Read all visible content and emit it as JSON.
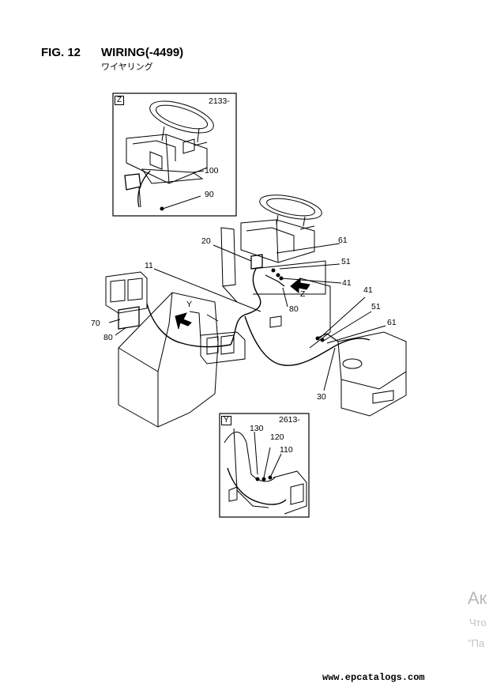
{
  "header": {
    "figure_number": "FIG. 12",
    "title": "WIRING(-4499)",
    "subtitle": "ワイヤリング"
  },
  "inset_z": {
    "tag": "Z",
    "serial": "2133-",
    "parts": [
      "100",
      "90"
    ]
  },
  "inset_y": {
    "tag": "Y",
    "serial": "2613-",
    "parts": [
      "130",
      "120",
      "110"
    ]
  },
  "main_view": {
    "view_labels": {
      "y": "Y",
      "z": "Z"
    },
    "parts": [
      "20",
      "61",
      "51",
      "41",
      "11",
      "80",
      "70",
      "80",
      "41",
      "51",
      "61",
      "30"
    ]
  },
  "watermark": {
    "line1": "Ак",
    "line2": "Что",
    "line3": "\"Па"
  },
  "footer": {
    "url": "www.epcatalogs.com"
  }
}
